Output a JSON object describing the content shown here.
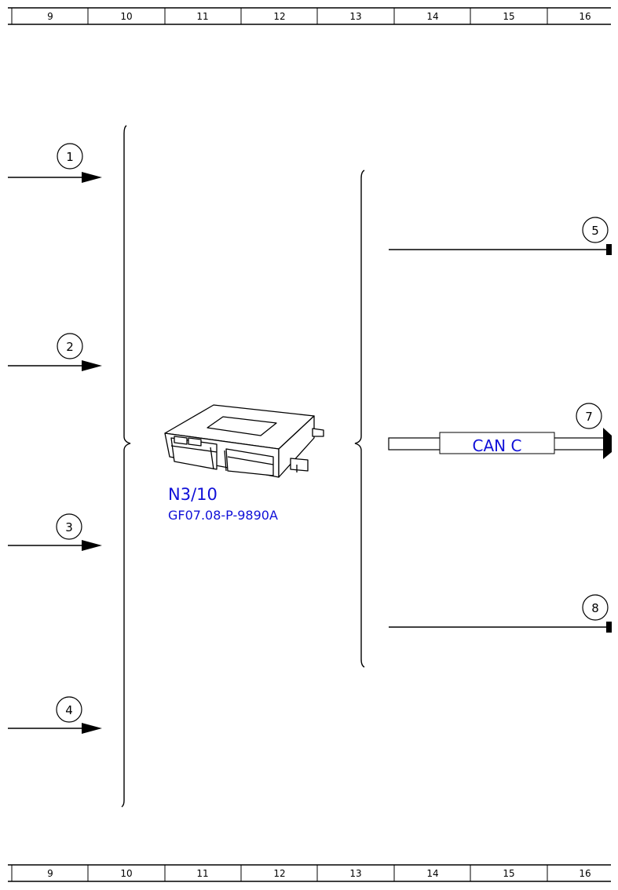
{
  "ruler_top": [
    "9",
    "10",
    "11",
    "12",
    "13",
    "14",
    "15",
    "16"
  ],
  "ruler_bottom": [
    "9",
    "10",
    "11",
    "12",
    "13",
    "14",
    "15",
    "16"
  ],
  "inputs": [
    {
      "number": "1"
    },
    {
      "number": "2"
    },
    {
      "number": "3"
    },
    {
      "number": "4"
    }
  ],
  "outputs": [
    {
      "number": "5"
    },
    {
      "number": "7",
      "bus_label": "CAN C"
    },
    {
      "number": "8"
    }
  ],
  "component": {
    "label": "N3/10",
    "reference": "GF07.08-P-9890A",
    "icon": "control-unit-icon"
  },
  "colors": {
    "line": "#000000",
    "label": "#1010d8"
  }
}
